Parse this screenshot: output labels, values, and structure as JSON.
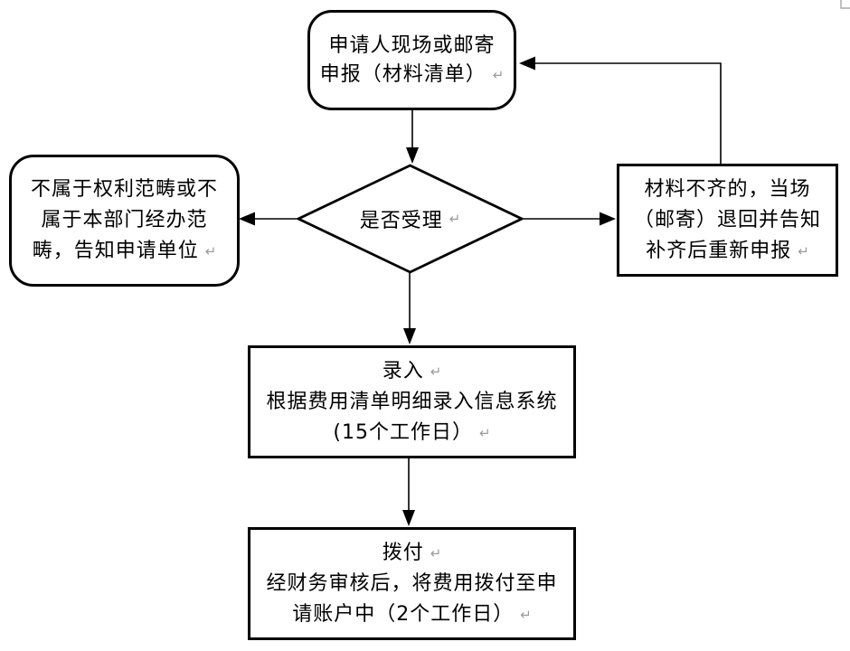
{
  "flowchart": {
    "return_mark": "↵",
    "colors": {
      "stroke": "#000000",
      "text": "#000000",
      "return_mark": "#9a9a9a",
      "page_corner": "#a8a8a8",
      "background": "#ffffff"
    },
    "nodes": {
      "apply": {
        "shape": "rounded-rectangle",
        "lines": [
          "申请人现场或邮寄",
          "申报（材料清单）"
        ]
      },
      "decision": {
        "shape": "diamond",
        "label": "是否受理"
      },
      "out_of_scope": {
        "shape": "rounded-rectangle",
        "lines": [
          "不属于权利范畴或不",
          "属于本部门经办范",
          "畴，告知申请单位"
        ]
      },
      "incomplete": {
        "shape": "rectangle",
        "lines": [
          "材料不齐的，当场",
          "（邮寄）退回并告知",
          "补齐后重新申报"
        ]
      },
      "entry": {
        "shape": "rectangle",
        "lines": [
          "录入",
          "根据费用清单明细录入信息系统",
          "(15个工作日）"
        ]
      },
      "payout": {
        "shape": "rectangle",
        "lines": [
          "拨付",
          "经财务审核后，将费用拨付至申",
          "请账户中（2个工作日）"
        ]
      }
    }
  }
}
